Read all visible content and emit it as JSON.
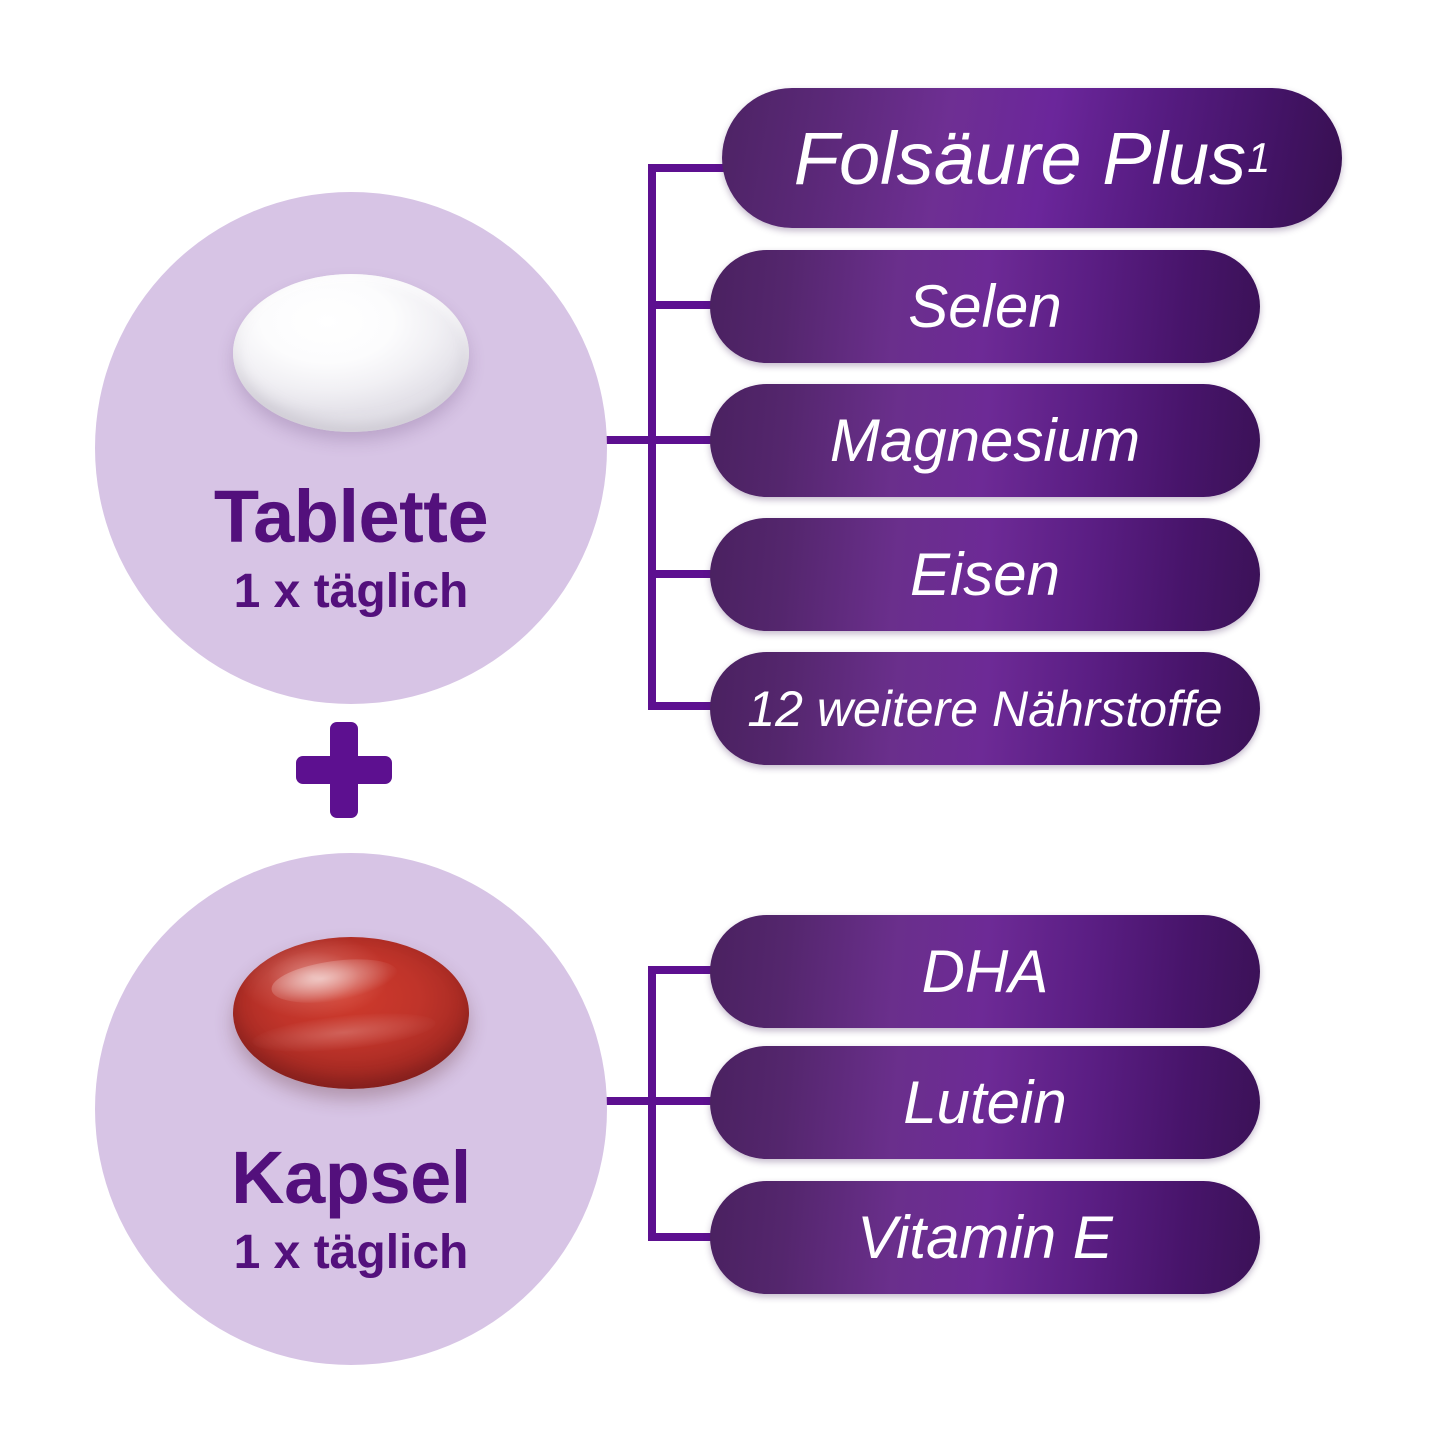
{
  "colors": {
    "background": "#ffffff",
    "circle_bg": "#d7c4e5",
    "brand_purple": "#53107c",
    "line_purple": "#5d1090",
    "pill_text": "#ffffff",
    "tablet_white": "#f5f4f7",
    "capsule_red": "#c0342a"
  },
  "groups": [
    {
      "id": "tablette",
      "form_label": "Tablette",
      "frequency_label": "1 x täglich",
      "dosage_form_icon": "white-tablet-icon",
      "nutrients": [
        {
          "label": "Folsäure Plus",
          "superscript": "1",
          "emphasis": true
        },
        {
          "label": "Selen",
          "superscript": "",
          "emphasis": false
        },
        {
          "label": "Magnesium",
          "superscript": "",
          "emphasis": false
        },
        {
          "label": "Eisen",
          "superscript": "",
          "emphasis": false
        },
        {
          "label": "12 weitere Nährstoffe",
          "superscript": "",
          "emphasis": false
        }
      ]
    },
    {
      "id": "kapsel",
      "form_label": "Kapsel",
      "frequency_label": "1 x täglich",
      "dosage_form_icon": "red-softgel-capsule-icon",
      "nutrients": [
        {
          "label": "DHA",
          "superscript": "",
          "emphasis": false
        },
        {
          "label": "Lutein",
          "superscript": "",
          "emphasis": false
        },
        {
          "label": "Vitamin E",
          "superscript": "",
          "emphasis": false
        }
      ]
    }
  ],
  "combiner": {
    "symbol": "+",
    "icon": "plus-icon"
  }
}
